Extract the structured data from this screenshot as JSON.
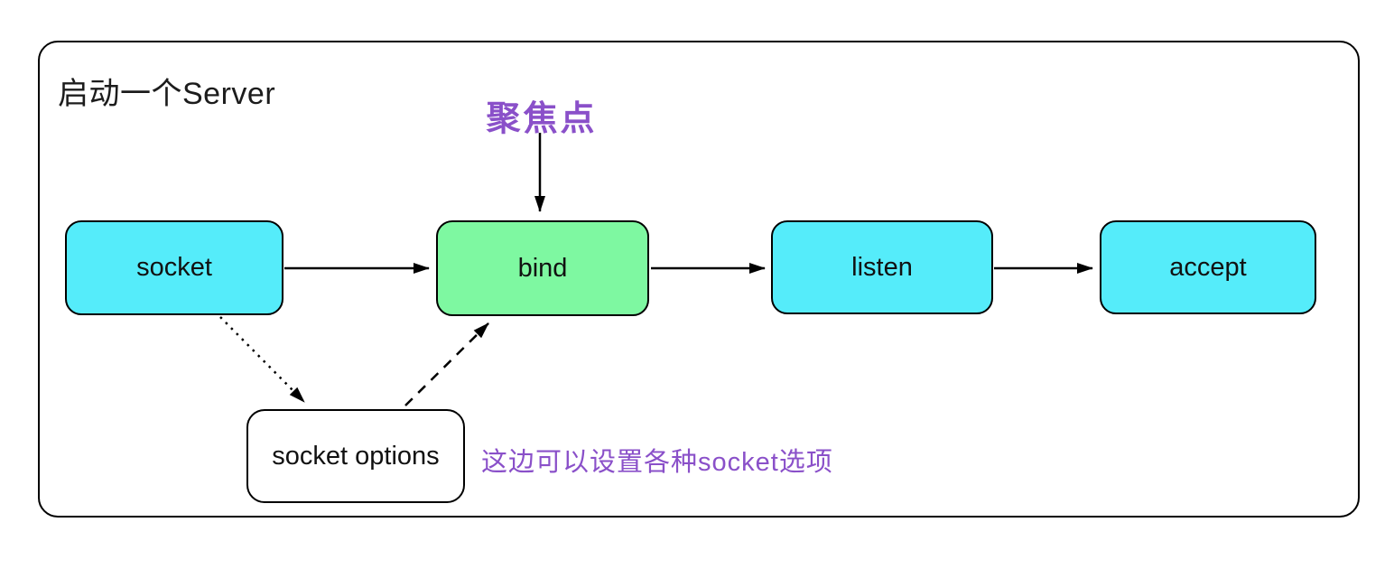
{
  "diagram": {
    "title": "启动一个Server",
    "focus_label": "聚焦点",
    "annotation": "这边可以设置各种socket选项",
    "colors": {
      "node_cyan": "#55ECFA",
      "node_green": "#7EF8A1",
      "node_white": "#FFFFFF",
      "accent_purple": "#8A50C9",
      "stroke_black": "#000000"
    },
    "nodes": [
      {
        "id": "socket",
        "label": "socket",
        "color": "node_cyan"
      },
      {
        "id": "bind",
        "label": "bind",
        "color": "node_green"
      },
      {
        "id": "listen",
        "label": "listen",
        "color": "node_cyan"
      },
      {
        "id": "accept",
        "label": "accept",
        "color": "node_cyan"
      },
      {
        "id": "socket_options",
        "label": "socket options",
        "color": "node_white"
      }
    ],
    "edges": [
      {
        "from": "focus_label",
        "to": "bind",
        "style": "solid"
      },
      {
        "from": "socket",
        "to": "bind",
        "style": "solid"
      },
      {
        "from": "bind",
        "to": "listen",
        "style": "solid"
      },
      {
        "from": "listen",
        "to": "accept",
        "style": "solid"
      },
      {
        "from": "socket",
        "to": "socket_options",
        "style": "dotted"
      },
      {
        "from": "socket_options",
        "to": "bind",
        "style": "dashed"
      }
    ]
  }
}
